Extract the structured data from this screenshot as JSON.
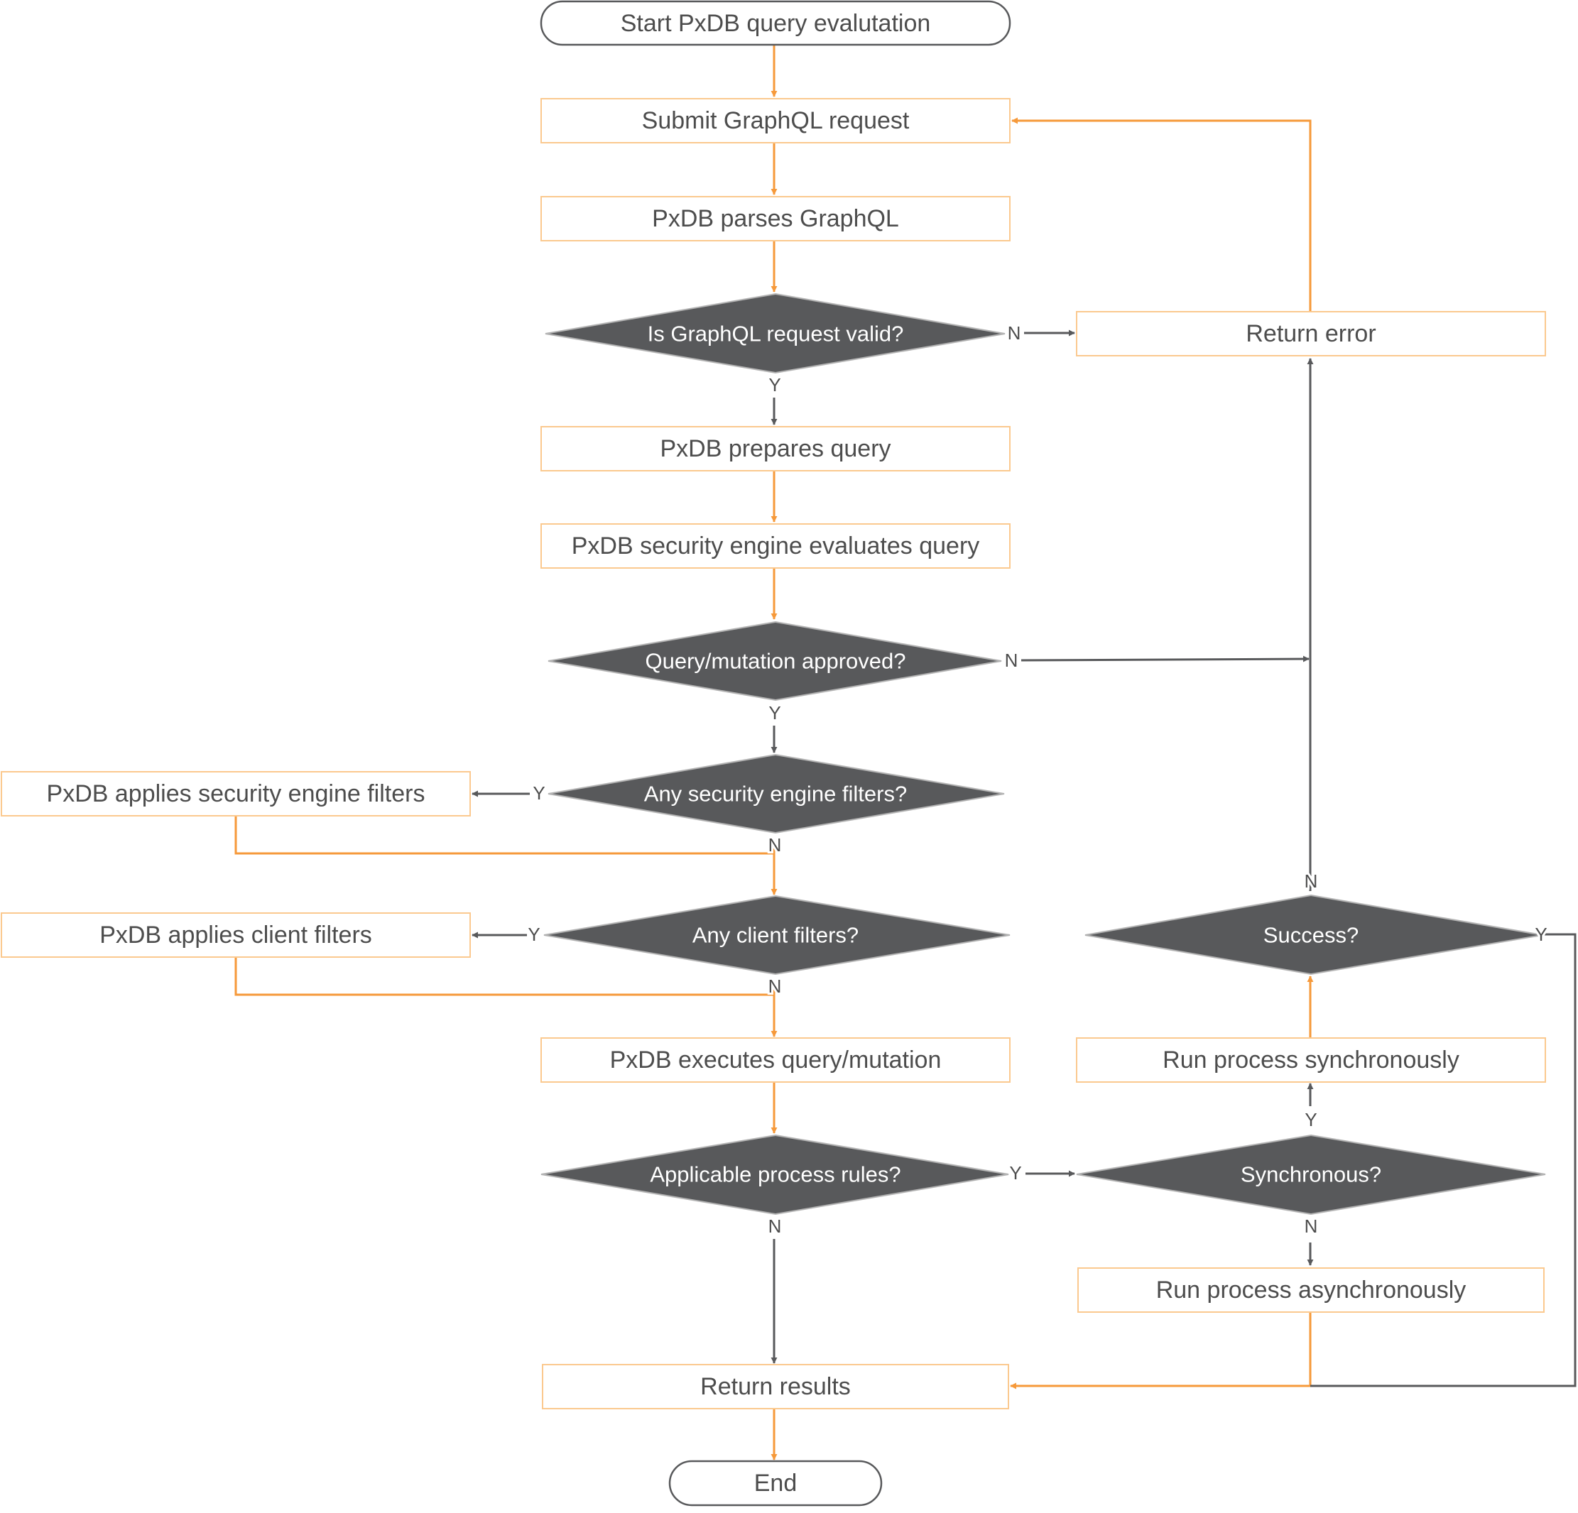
{
  "colors": {
    "orange": "#f6993a",
    "gray": "#58595b",
    "box_border": "#fbc98f",
    "diamond_fill": "#58595b",
    "text": "#4d4d4d",
    "background": "#ffffff"
  },
  "nodes": {
    "start": "Start PxDB query evalutation",
    "submit": "Submit GraphQL request",
    "parse": "PxDB parses GraphQL",
    "valid": "Is GraphQL request valid?",
    "return_error": "Return error",
    "prepare": "PxDB prepares query",
    "security_eval": "PxDB security engine evaluates query",
    "approved": "Query/mutation approved?",
    "sec_filters_q": "Any security engine filters?",
    "apply_sec_filters": "PxDB applies security engine filters",
    "client_filters_q": "Any client filters?",
    "apply_client_filters": "PxDB applies client filters",
    "execute": "PxDB executes query/mutation",
    "process_rules_q": "Applicable process rules?",
    "synchronous_q": "Synchronous?",
    "run_sync": "Run process synchronously",
    "run_async": "Run process asynchronously",
    "success_q": "Success?",
    "return_results": "Return results",
    "end": "End"
  },
  "branch_labels": {
    "valid_no": "N",
    "valid_yes": "Y",
    "approved_no": "N",
    "approved_yes": "Y",
    "sec_filters_yes": "Y",
    "sec_filters_no": "N",
    "client_filters_yes": "Y",
    "client_filters_no": "N",
    "rules_yes": "Y",
    "rules_no": "N",
    "sync_yes": "Y",
    "sync_no": "N",
    "success_no": "N",
    "success_yes": "Y"
  }
}
